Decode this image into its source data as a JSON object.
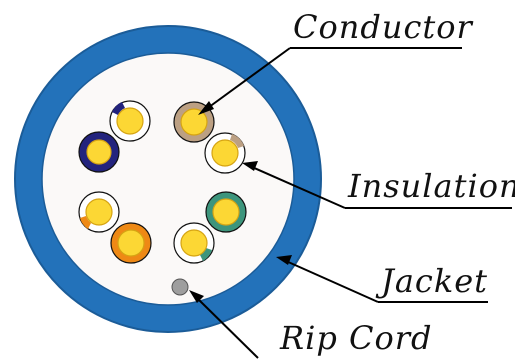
{
  "labels": {
    "conductor": "Conductor",
    "insulation": "Insulation",
    "jacket": "Jacket",
    "rip_cord": "Rip Cord"
  },
  "colors": {
    "jacket": "#2372ba",
    "jacket_outline": "#1b5c98",
    "core": "#fbf9f8",
    "conductor": "#fcd734",
    "conductor_outline": "#d6a413",
    "pair_brown": "#bca083",
    "pair_blue": "#23237d",
    "pair_green": "#3d957c",
    "pair_orange": "#ee8915",
    "white_insulation": "#ffffff",
    "rip_cord": "#9e9e9e",
    "leader_line": "#000000"
  },
  "pairs": [
    {
      "color_name": "brown",
      "solid": "pair_brown",
      "striped": "brown-stripe"
    },
    {
      "color_name": "blue",
      "solid": "pair_blue",
      "striped": "blue-stripe"
    },
    {
      "color_name": "green",
      "solid": "pair_green",
      "striped": "green-stripe"
    },
    {
      "color_name": "orange",
      "solid": "pair_orange",
      "striped": "orange-stripe"
    }
  ]
}
